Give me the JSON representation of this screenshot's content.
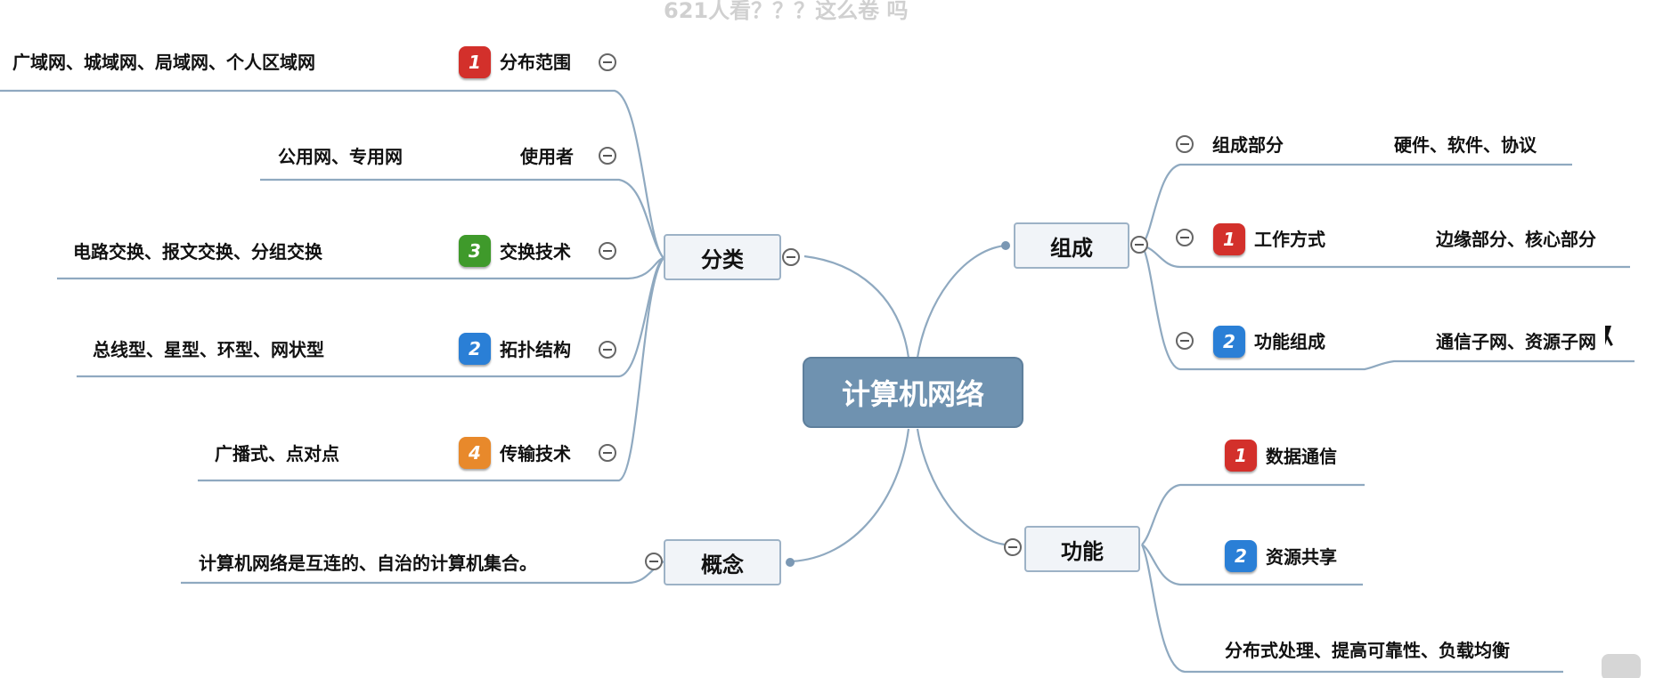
{
  "watermark": "621人看？？？这么卷 吗",
  "center": "计算机网络",
  "branches": {
    "fenlei": {
      "label": "分类",
      "children": [
        {
          "label": "分布范围",
          "badge": "1",
          "detail": "广域网、城域网、局域网、个人区域网"
        },
        {
          "label": "使用者",
          "badge": "",
          "detail": "公用网、专用网"
        },
        {
          "label": "交换技术",
          "badge": "3",
          "detail": "电路交换、报文交换、分组交换"
        },
        {
          "label": "拓扑结构",
          "badge": "2",
          "detail": "总线型、星型、环型、网状型"
        },
        {
          "label": "传输技术",
          "badge": "4",
          "detail": "广播式、点对点"
        }
      ]
    },
    "gainian": {
      "label": "概念",
      "detail": "计算机网络是互连的、自治的计算机集合。"
    },
    "zucheng": {
      "label": "组成",
      "children": [
        {
          "label": "组成部分",
          "badge": "",
          "detail": "硬件、软件、协议"
        },
        {
          "label": "工作方式",
          "badge": "1",
          "detail": "边缘部分、核心部分"
        },
        {
          "label": "功能组成",
          "badge": "2",
          "detail": "通信子网、资源子网"
        }
      ]
    },
    "gongneng": {
      "label": "功能",
      "children": [
        {
          "label": "数据通信",
          "badge": "1"
        },
        {
          "label": "资源共享",
          "badge": "2"
        },
        {
          "label": "分布式处理、提高可靠性、负载均衡",
          "badge": ""
        }
      ]
    }
  },
  "colors": {
    "connector": "#8fa9c0",
    "center_fill": "#6f92b0",
    "node_border": "#9db2c6",
    "node_fill": "#f1f4f8",
    "badge_red": "#d3302b",
    "badge_green": "#3f9a2b",
    "badge_blue": "#2a7fd6",
    "badge_orange": "#e8892b"
  }
}
